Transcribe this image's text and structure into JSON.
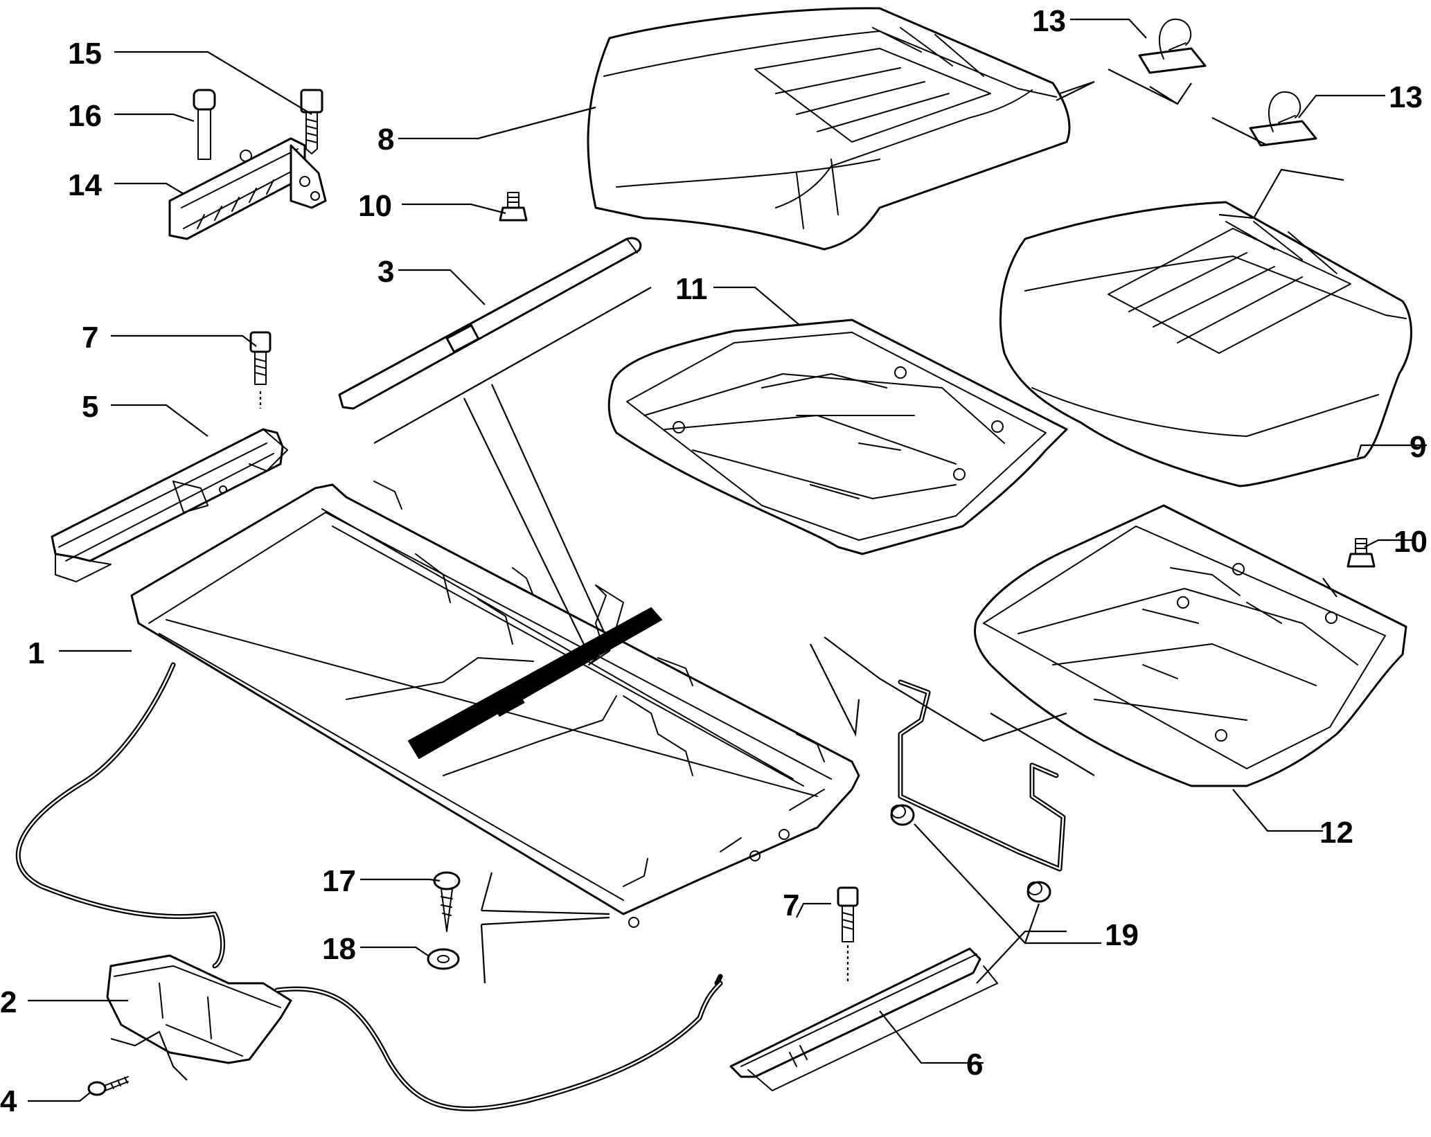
{
  "callouts": [
    {
      "id": "c1",
      "label": "1"
    },
    {
      "id": "c2",
      "label": "2"
    },
    {
      "id": "c3",
      "label": "3"
    },
    {
      "id": "c4",
      "label": "4"
    },
    {
      "id": "c5",
      "label": "5"
    },
    {
      "id": "c6",
      "label": "6"
    },
    {
      "id": "c7a",
      "label": "7"
    },
    {
      "id": "c7b",
      "label": "7"
    },
    {
      "id": "c8",
      "label": "8"
    },
    {
      "id": "c9",
      "label": "9"
    },
    {
      "id": "c10a",
      "label": "10"
    },
    {
      "id": "c10b",
      "label": "10"
    },
    {
      "id": "c11",
      "label": "11"
    },
    {
      "id": "c12",
      "label": "12"
    },
    {
      "id": "c13a",
      "label": "13"
    },
    {
      "id": "c13b",
      "label": "13"
    },
    {
      "id": "c14",
      "label": "14"
    },
    {
      "id": "c15",
      "label": "15"
    },
    {
      "id": "c16",
      "label": "16"
    },
    {
      "id": "c17",
      "label": "17"
    },
    {
      "id": "c18",
      "label": "18"
    },
    {
      "id": "c19",
      "label": "19"
    }
  ],
  "colors": {
    "line": "#000000",
    "background": "#ffffff"
  }
}
